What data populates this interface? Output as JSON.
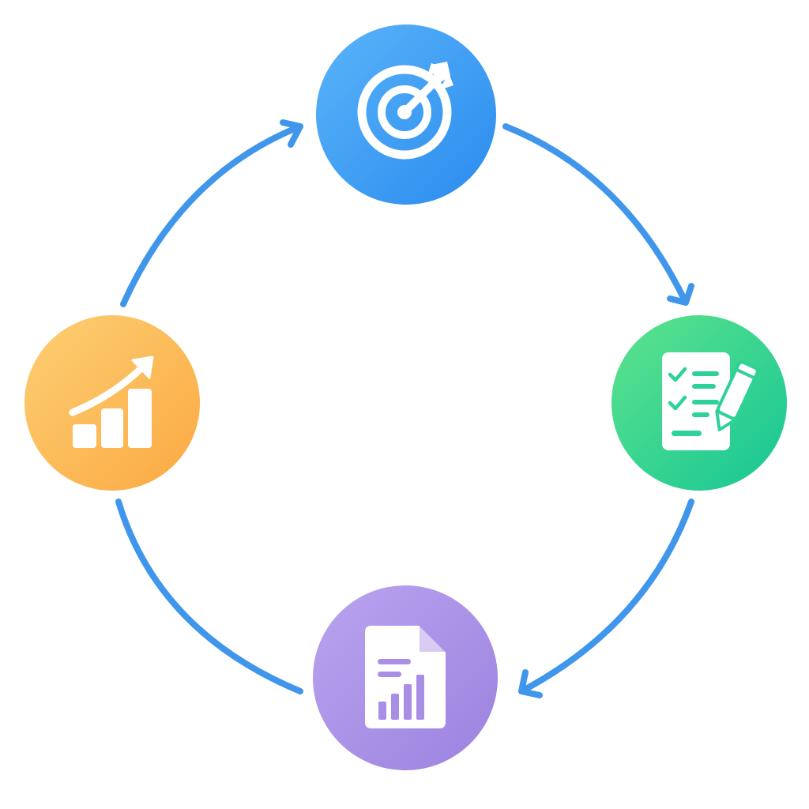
{
  "diagram": {
    "type": "cycle",
    "direction": "clockwise",
    "connector_color": "#3f96eb",
    "nodes": [
      {
        "id": "goal",
        "icon": "target-icon",
        "gradient": [
          "#5ab4fa",
          "#2a8bed"
        ]
      },
      {
        "id": "plan",
        "icon": "checklist-pencil-icon",
        "gradient": [
          "#5ee38c",
          "#16c695"
        ]
      },
      {
        "id": "report",
        "icon": "report-document-icon",
        "gradient": [
          "#baa4ef",
          "#9b82df"
        ]
      },
      {
        "id": "growth",
        "icon": "growth-chart-icon",
        "gradient": [
          "#fdcf73",
          "#fba942"
        ]
      }
    ]
  }
}
